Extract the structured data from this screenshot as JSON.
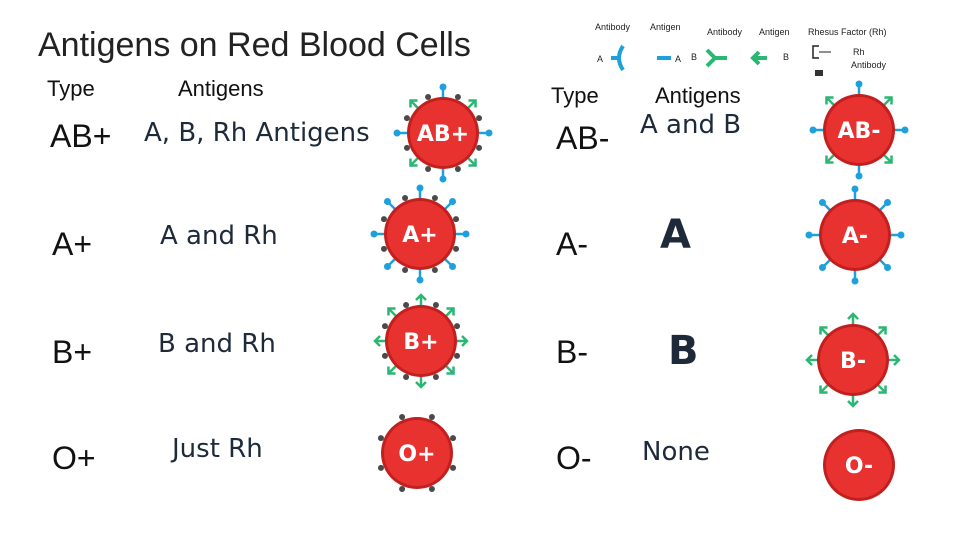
{
  "title": "Antigens on Red Blood Cells",
  "headers": {
    "type": "Type",
    "antigens": "Antigens"
  },
  "legend": {
    "antibody": "Antibody",
    "antigen": "Antigen",
    "antibody2": "Antibody",
    "antigen2": "Antigen",
    "rhesus": "Rhesus Factor (Rh)",
    "a": "A",
    "a2": "A",
    "b": "B",
    "b2": "B",
    "rh": "Rh",
    "rh_antibody": "Antibody"
  },
  "rows": [
    {
      "type": "AB+",
      "antigens": "A, B, Rh Antigens",
      "cell": "AB+"
    },
    {
      "type": "A+",
      "antigens": "A and Rh",
      "cell": "A+"
    },
    {
      "type": "B+",
      "antigens": "B and Rh",
      "cell": "B+"
    },
    {
      "type": "O+",
      "antigens": "Just Rh",
      "cell": "O+"
    },
    {
      "type": "AB-",
      "antigens": "A and B",
      "cell": "AB-"
    },
    {
      "type": "A-",
      "antigens": "A",
      "cell": "A-"
    },
    {
      "type": "B-",
      "antigens": "B",
      "cell": "B-"
    },
    {
      "type": "O-",
      "antigens": "None",
      "cell": "O-"
    }
  ],
  "colors": {
    "cell": "#e8322f",
    "rim": "#c21f1f",
    "antigen_a": "#1ea0dc",
    "antigen_b": "#2bb673",
    "rh": "#4a4a4a"
  }
}
